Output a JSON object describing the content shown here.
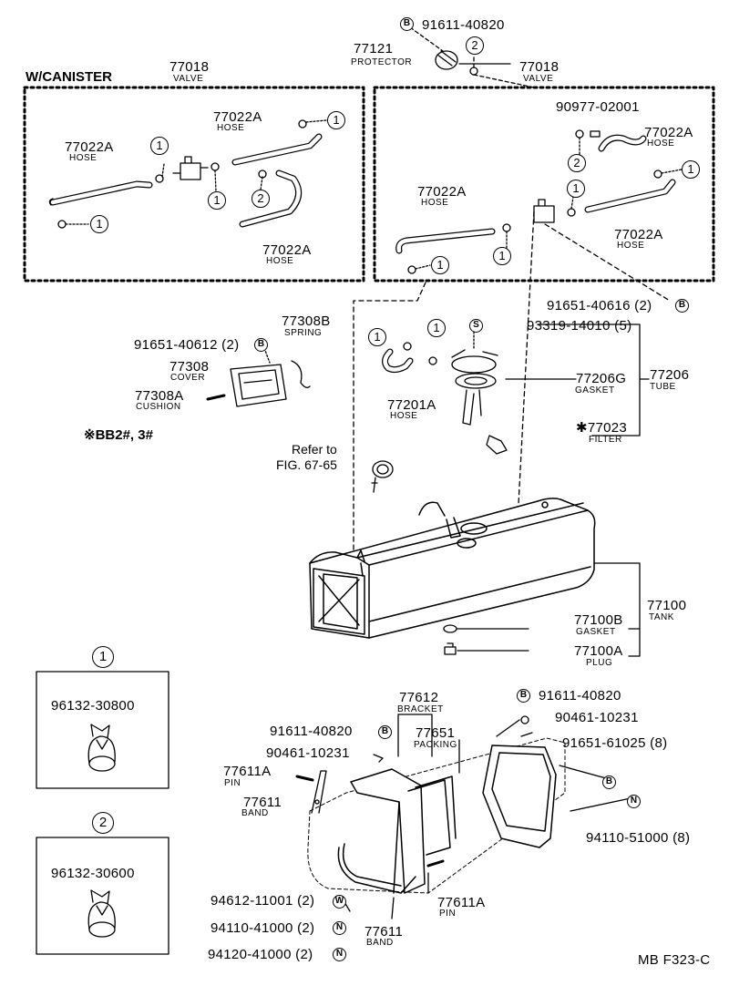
{
  "sections": {
    "wcanister": "W/CANISTER",
    "note": "※BB2#, 3#",
    "refer1": "Refer to",
    "refer2": "FIG. 67-65"
  },
  "markers": {
    "one": "1",
    "two": "2",
    "b": "B",
    "s": "S",
    "n": "N",
    "w": "W"
  },
  "parts": {
    "p91611_40820_top": "91611-40820",
    "p77121": "77121",
    "n_protector": "PROTECTOR",
    "p77018_l": "77018",
    "n_valve_l": "VALVE",
    "p77018_r": "77018",
    "n_valve_r": "VALVE",
    "p77022a_1": "77022A",
    "n_hose_1": "HOSE",
    "p77022a_2": "77022A",
    "n_hose_2": "HOSE",
    "p77022a_3": "77022A",
    "n_hose_3": "HOSE",
    "p90977": "90977-02001",
    "p77022a_4": "77022A",
    "n_hose_4": "HOSE",
    "p77022a_5": "77022A",
    "n_hose_5": "HOSE",
    "p77022a_6": "77022A",
    "n_hose_6": "HOSE",
    "p91651_40616": "91651-40616 (2)",
    "p77308b": "77308B",
    "n_spring": "SPRING",
    "p91651_40612": "91651-40612 (2)",
    "p77308": "77308",
    "n_cover": "COVER",
    "p77308a": "77308A",
    "n_cushion": "CUSHION",
    "p93319": "93319-14010 (5)",
    "p77206g": "77206G",
    "n_gasket1": "GASKET",
    "p77206": "77206",
    "n_tube": "TUBE",
    "p77201a": "77201A",
    "n_hose_7": "HOSE",
    "p77023": "✱77023",
    "n_filter": "FILTER",
    "p77100": "77100",
    "n_tank": "TANK",
    "p77100b": "77100B",
    "n_gasket2": "GASKET",
    "p77100a": "77100A",
    "n_plug": "PLUG",
    "p96132_30800": "96132-30800",
    "p96132_30600": "96132-30600",
    "p77612": "77612",
    "n_bracket": "BRACKET",
    "p91611_40820_m": "91611-40820",
    "p77651": "77651",
    "n_packing": "PACKING",
    "p90461_m": "90461-10231",
    "p77611a_l": "77611A",
    "n_pin_l": "PIN",
    "p77611_l": "77611",
    "n_band_l": "BAND",
    "p91611_40820_r": "91611-40820",
    "p90461_r": "90461-10231",
    "p91651_61025": "91651-61025 (8)",
    "p94110_51000": "94110-51000 (8)",
    "p77611a_r": "77611A",
    "n_pin_r": "PIN",
    "p94612": "94612-11001 (2)",
    "p94110_41000": "94110-41000 (2)",
    "p94120": "94120-41000 (2)",
    "p77611_b": "77611",
    "n_band_b": "BAND",
    "p_code": "MB F323-C"
  }
}
